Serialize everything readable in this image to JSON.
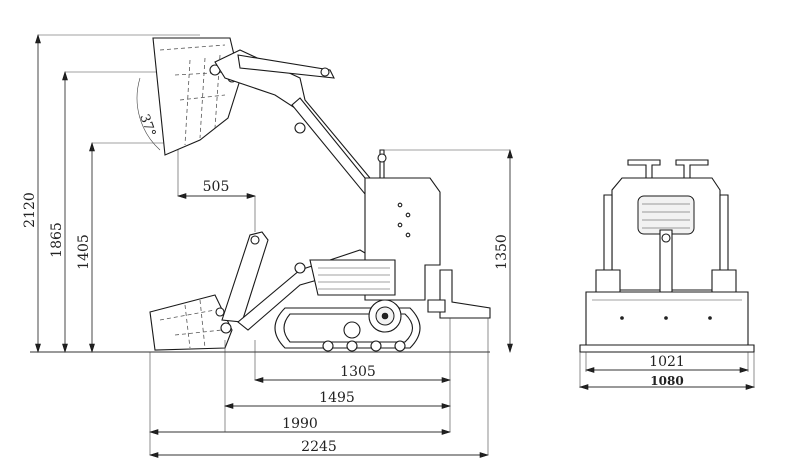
{
  "side_view": {
    "dims": {
      "total_height": "2120",
      "hinge_height": "1865",
      "dump_height": "1405",
      "machine_height": "1350",
      "reach": "505",
      "dump_angle": "37°",
      "track_length": "1305",
      "wheelbase_to_bucket": "1495",
      "length_no_bucket": "1990",
      "overall_length": "2245"
    }
  },
  "front_view": {
    "dims": {
      "track_width": "1021",
      "overall_width": "1080"
    }
  }
}
